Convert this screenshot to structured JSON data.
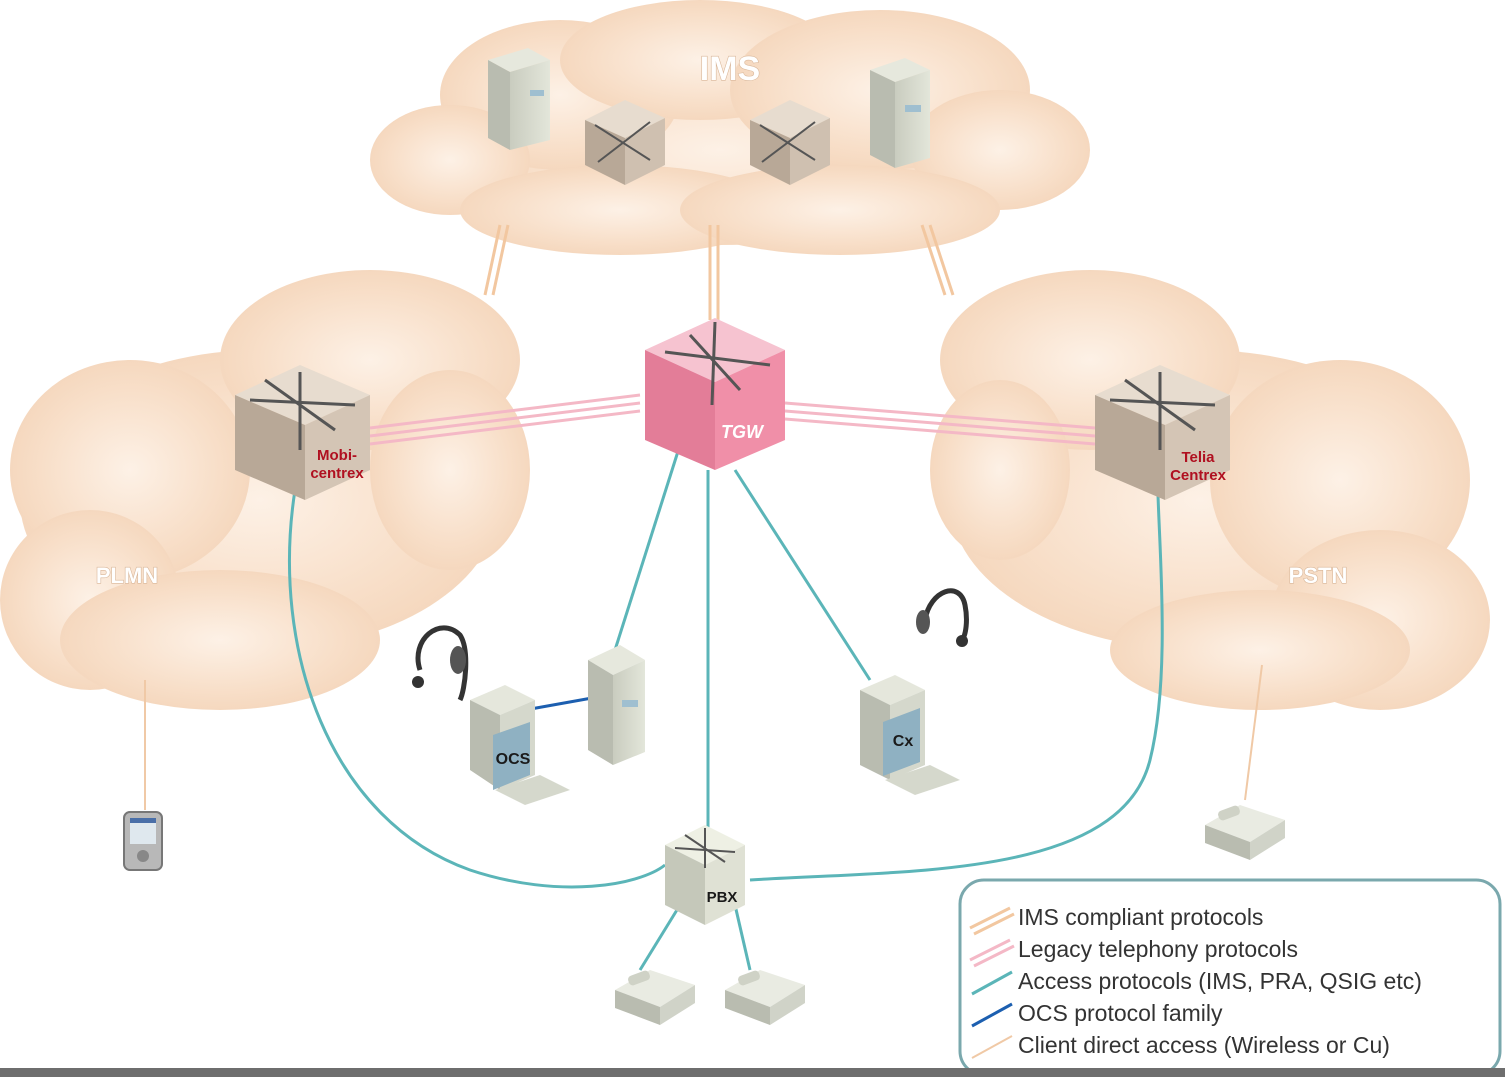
{
  "clouds": {
    "ims": "IMS",
    "plmn": "PLMN",
    "pstn": "PSTN"
  },
  "nodes": {
    "tgw": "TGW",
    "mobi_centrex": [
      "Mobi-",
      "centrex"
    ],
    "telia_centrex": [
      "Telia",
      "Centrex"
    ],
    "pbx": "PBX",
    "ocs": "OCS",
    "cx": "Cx"
  },
  "legend": {
    "items": [
      {
        "label": "IMS compliant protocols",
        "color": "#f2c7a0"
      },
      {
        "label": "Legacy telephony protocols",
        "color": "#f4b8c6"
      },
      {
        "label": "Access protocols (IMS, PRA, QSIG etc)",
        "color": "#5bb5b8"
      },
      {
        "label": "OCS protocol family",
        "color": "#1c5fb0"
      },
      {
        "label": "Client direct access (Wireless or Cu)",
        "color": "#f0c9a6"
      }
    ]
  },
  "colors": {
    "cloud": "#f7dcc4",
    "tgw": "#f08fa8",
    "switch": "#d8c8b8",
    "access_line": "#5bb5b8"
  }
}
